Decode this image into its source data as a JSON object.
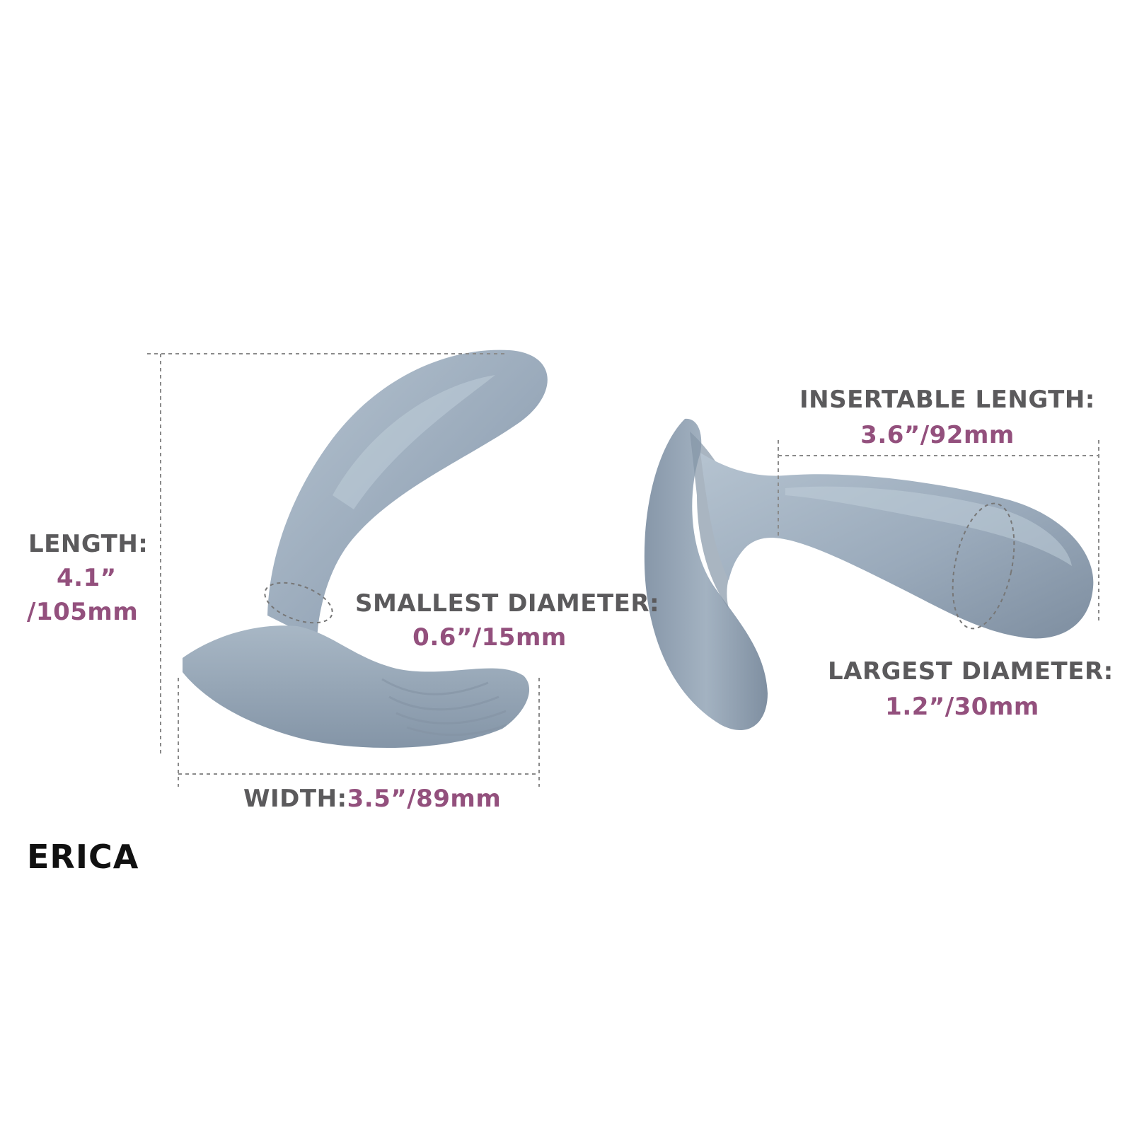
{
  "product": {
    "name": "ERICA"
  },
  "colors": {
    "body": "#9aaabb",
    "body_light": "#b1c0cd",
    "body_dark": "#7f8fa1",
    "label_gray": "#5b5a5c",
    "value_plum": "#93507d",
    "dash": "#8a8a8a"
  },
  "dimensions": {
    "length": {
      "label": "LENGTH:",
      "value_line1": "4.1”",
      "value_line2": "/105mm"
    },
    "width": {
      "label": "WIDTH:",
      "value": "3.5”/89mm"
    },
    "smallest_diameter": {
      "label": "SMALLEST DIAMETER:",
      "value": "0.6”/15mm"
    },
    "insertable_length": {
      "label": "INSERTABLE LENGTH:",
      "value": "3.6”/92mm"
    },
    "largest_diameter": {
      "label": "LARGEST DIAMETER:",
      "value": "1.2”/30mm"
    }
  }
}
